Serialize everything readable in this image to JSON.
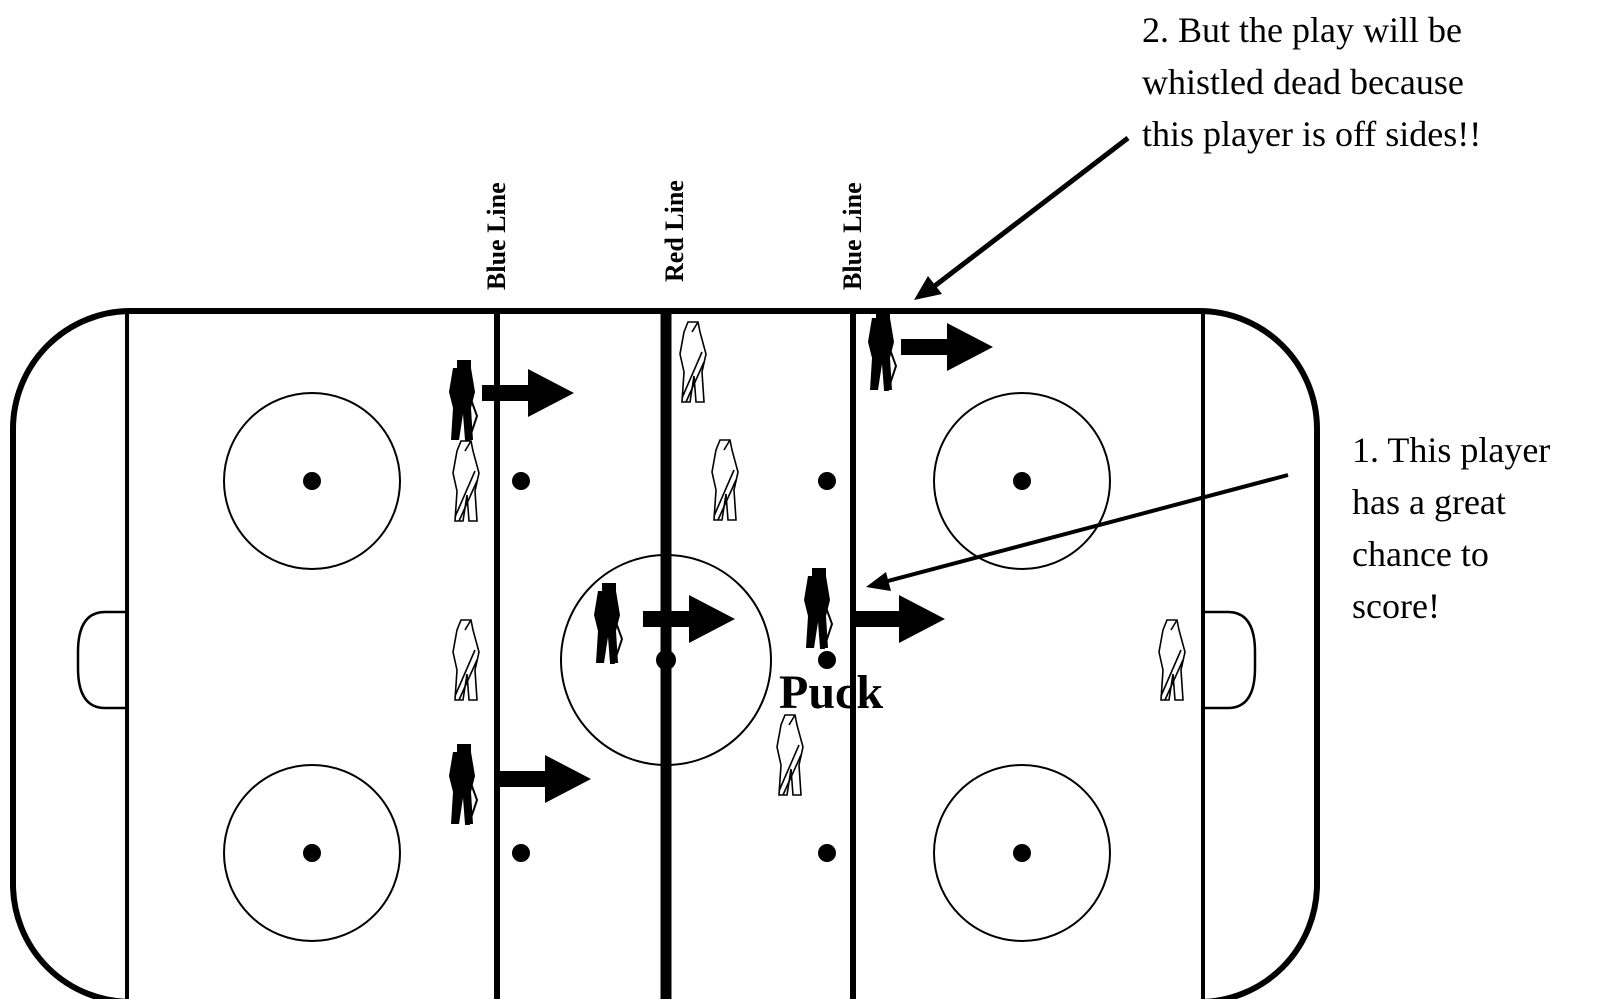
{
  "diagram": {
    "line_labels": {
      "blue_left": "Blue Line",
      "red": "Red Line",
      "blue_right": "Blue Line"
    },
    "puck_label": "Puck",
    "annotations": {
      "offsides": "2.  But the play will be\nwhistled dead because\nthis player is off sides!!",
      "scorer": "1.  This player\nhas a great\nchance to\nscore!"
    },
    "colors": {
      "ink": "#000000",
      "background": "#ffffff"
    },
    "icons": {
      "attacking_player": "dark-player-icon",
      "defending_player": "outline-player-icon",
      "movement": "right-arrow-icon"
    }
  }
}
